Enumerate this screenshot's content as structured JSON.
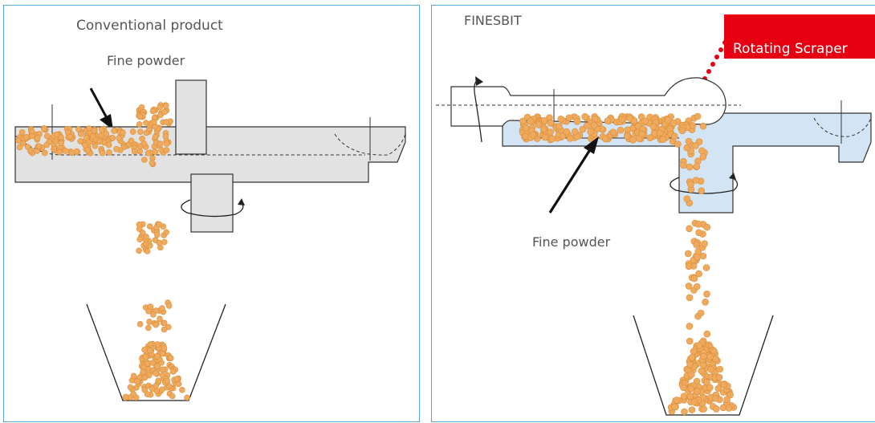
{
  "left_panel": {
    "title": "Conventional product",
    "fine_powder_label": "Fine powder"
  },
  "right_panel": {
    "title": "FINESBIT",
    "fine_powder_label": "Fine powder",
    "scraper_label": "Rotating Scraper"
  },
  "colors": {
    "panel_border": "#5aa8d8",
    "conventional_body": "#e2e2e2",
    "finesbit_body": "#d3e5f4",
    "scraper_red": "#e60012",
    "powder_fill": "#efaa5d",
    "powder_edge": "#d98e3b"
  },
  "icons": {
    "rotation": "rotation-arrow-icon",
    "pointer": "pointer-arrow-icon"
  }
}
